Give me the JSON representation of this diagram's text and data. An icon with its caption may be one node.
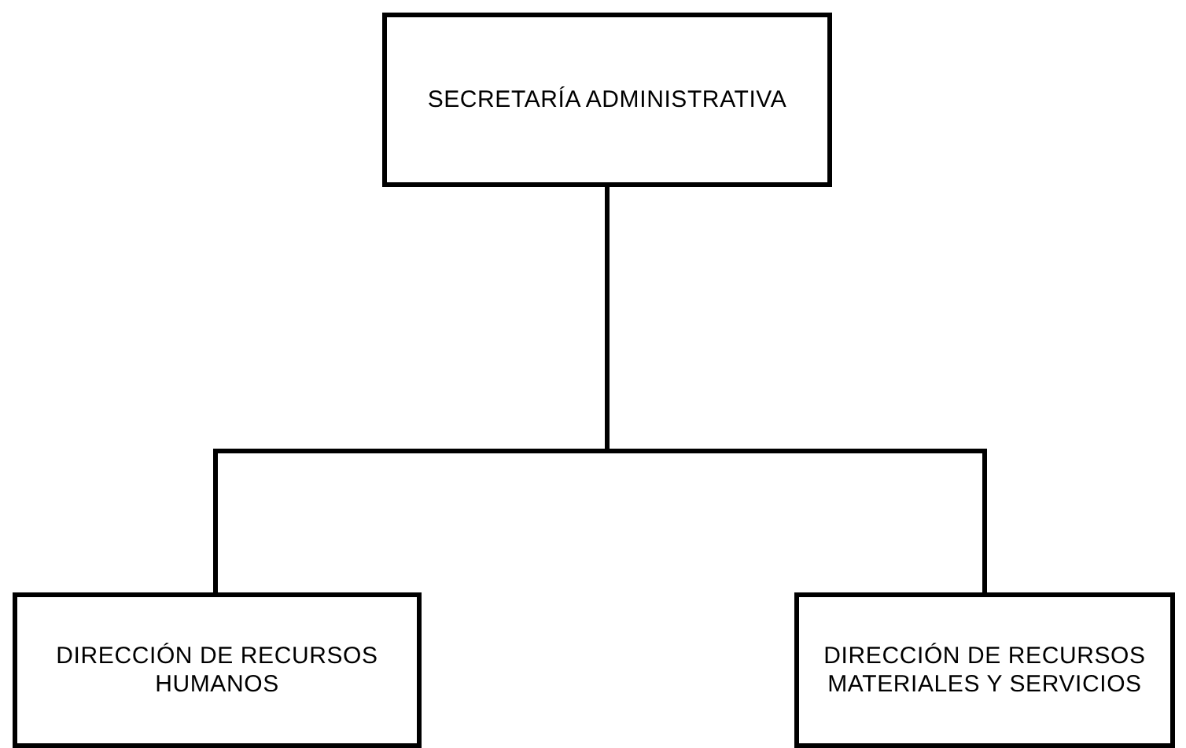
{
  "diagram": {
    "nodes": [
      {
        "text": [
          "SECRETARÍA ADMINISTRATIVA"
        ]
      },
      {
        "text": [
          "DIRECCIÓN DE RECURSOS HUMANOS"
        ]
      },
      {
        "text": [
          "DIRECCIÓN DE RECURSOS MATERIALES Y SERVICIOS"
        ]
      }
    ],
    "edges": [
      {
        "from": 0,
        "to": 1,
        "arrow": "none"
      },
      {
        "from": 0,
        "to": 2,
        "arrow": "none"
      }
    ]
  }
}
